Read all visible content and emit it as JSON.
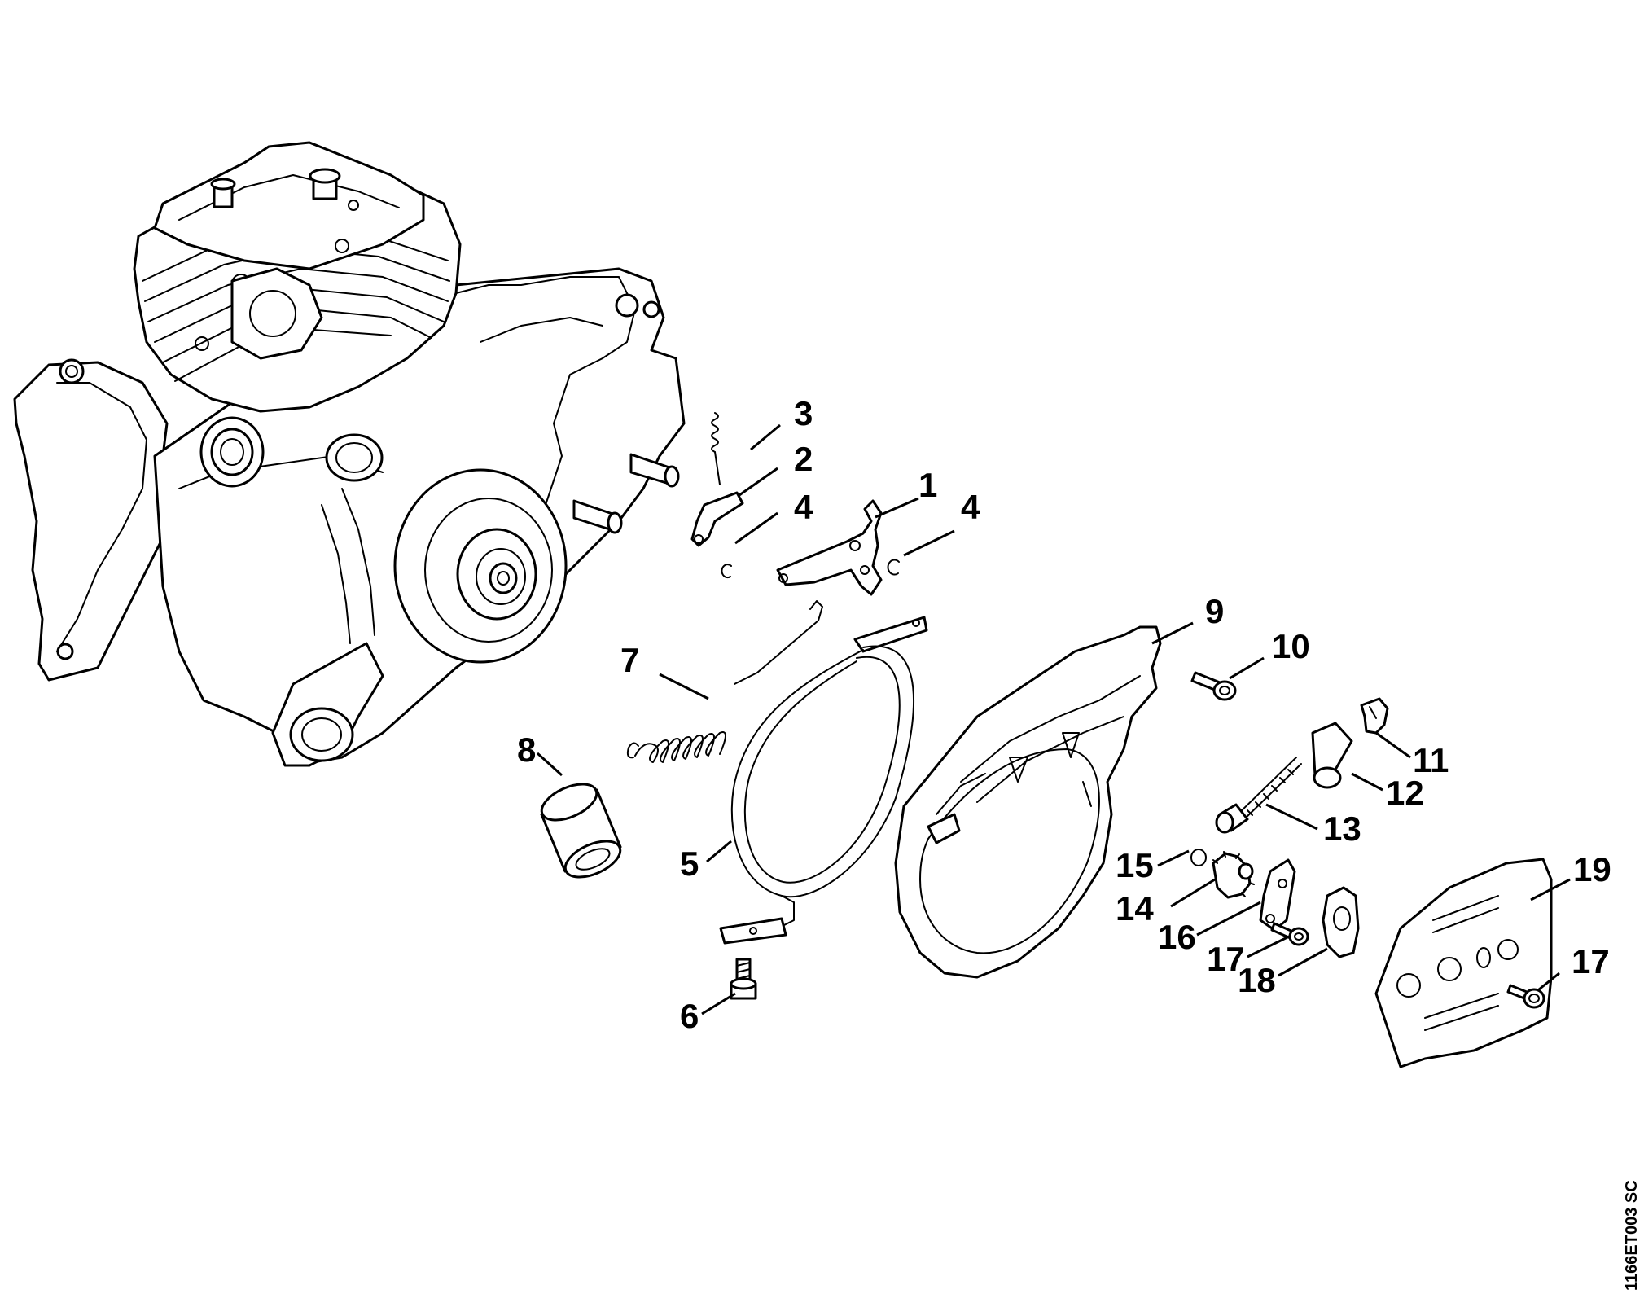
{
  "drawing_code": "1166ET003 SC",
  "callouts": [
    {
      "id": "c1",
      "text": "1"
    },
    {
      "id": "c2",
      "text": "2"
    },
    {
      "id": "c3",
      "text": "3"
    },
    {
      "id": "c4a",
      "text": "4"
    },
    {
      "id": "c4b",
      "text": "4"
    },
    {
      "id": "c5",
      "text": "5"
    },
    {
      "id": "c6",
      "text": "6"
    },
    {
      "id": "c7",
      "text": "7"
    },
    {
      "id": "c8",
      "text": "8"
    },
    {
      "id": "c9",
      "text": "9"
    },
    {
      "id": "c10",
      "text": "10"
    },
    {
      "id": "c11",
      "text": "11"
    },
    {
      "id": "c12",
      "text": "12"
    },
    {
      "id": "c13",
      "text": "13"
    },
    {
      "id": "c14",
      "text": "14"
    },
    {
      "id": "c15",
      "text": "15"
    },
    {
      "id": "c16",
      "text": "16"
    },
    {
      "id": "c17a",
      "text": "17"
    },
    {
      "id": "c17b",
      "text": "17"
    },
    {
      "id": "c18",
      "text": "18"
    },
    {
      "id": "c19",
      "text": "19"
    }
  ]
}
